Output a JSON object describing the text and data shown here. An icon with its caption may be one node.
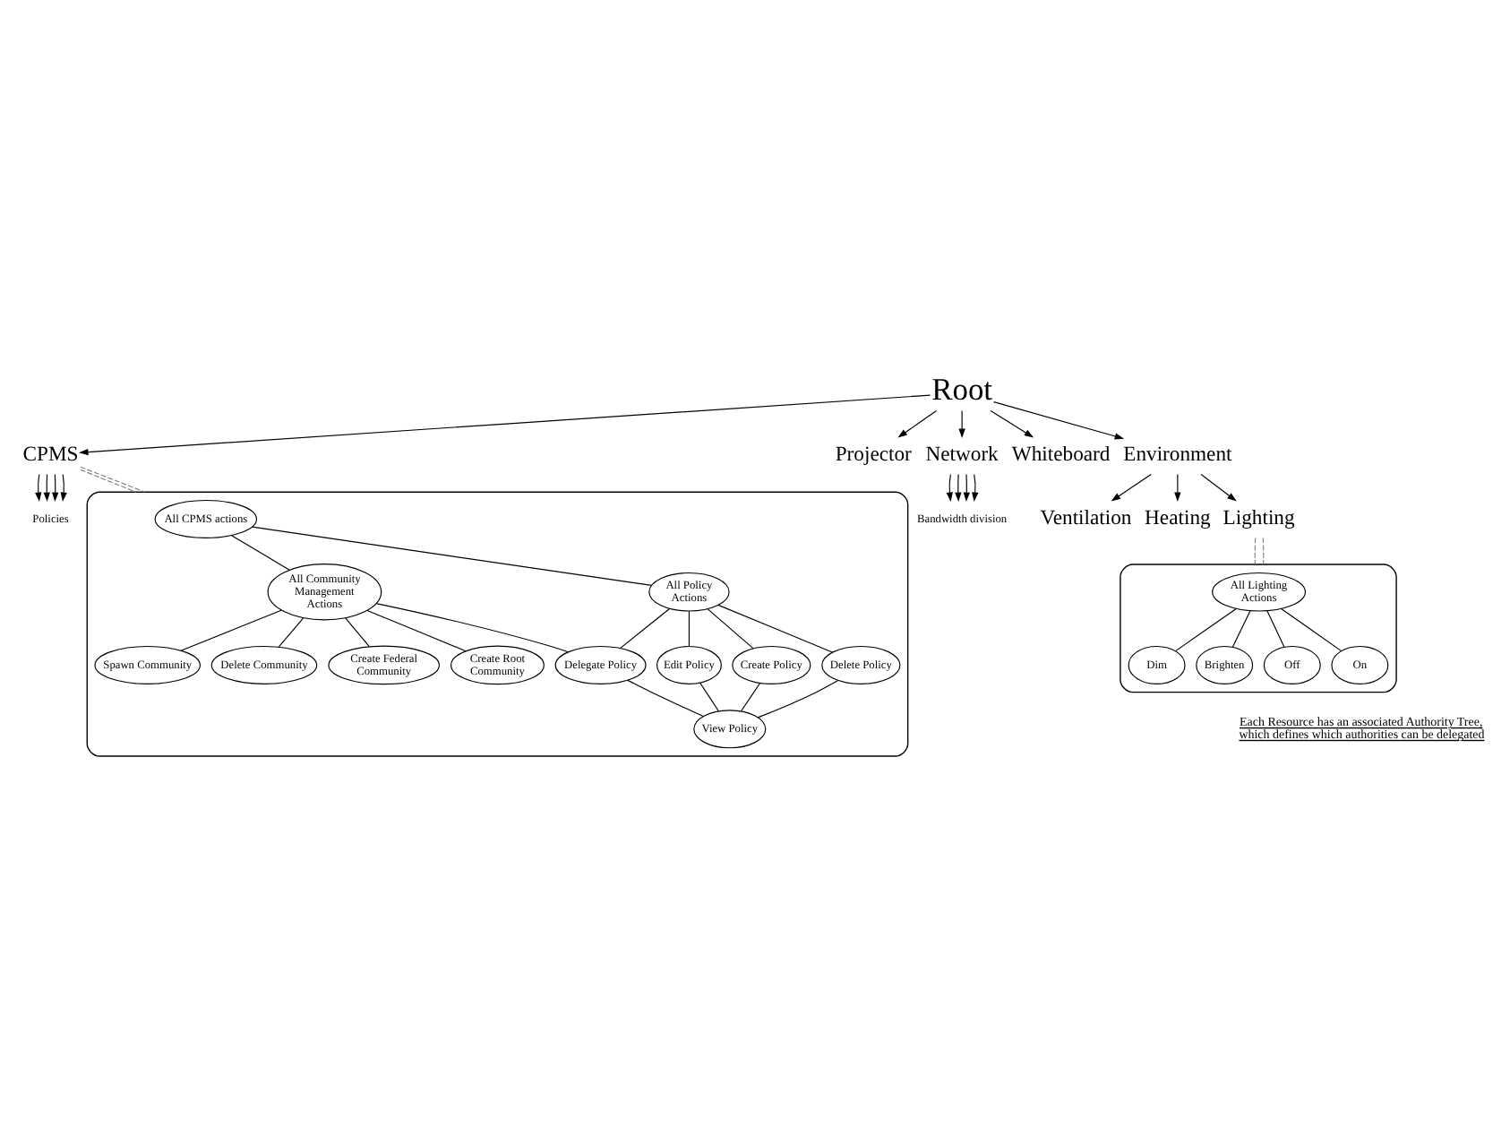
{
  "diagram": {
    "nodes": [
      {
        "text": [
          "Root"
        ]
      },
      {
        "text": [
          "CPMS"
        ]
      },
      {
        "text": [
          "Projector"
        ]
      },
      {
        "text": [
          "Network"
        ]
      },
      {
        "text": [
          "Whiteboard"
        ]
      },
      {
        "text": [
          "Environment"
        ]
      },
      {
        "text": [
          "Policies"
        ]
      },
      {
        "text": [
          "Bandwidth division"
        ]
      },
      {
        "text": [
          "Ventilation"
        ]
      },
      {
        "text": [
          "Heating"
        ]
      },
      {
        "text": [
          "Lighting"
        ]
      },
      {
        "text": [],
        "shape": "ellipse"
      },
      {
        "text": [
          "All CPMS actions"
        ],
        "in": 11
      },
      {
        "text": [
          "All Community Management Actions"
        ],
        "in": 11
      },
      {
        "text": [
          "All Policy Actions"
        ],
        "in": 11
      },
      {
        "text": [
          "Spawn Community"
        ],
        "in": 11
      },
      {
        "text": [
          "Delete Community"
        ],
        "in": 11
      },
      {
        "text": [
          "Create Federal Community"
        ],
        "in": 11
      },
      {
        "text": [
          "Create Root Community"
        ],
        "in": 11
      },
      {
        "text": [
          "Delegate Policy"
        ],
        "in": 11
      },
      {
        "text": [
          "Edit Policy"
        ],
        "in": 11
      },
      {
        "text": [
          "Create Policy"
        ],
        "in": 11
      },
      {
        "text": [
          "Delete Policy"
        ],
        "in": 11
      },
      {
        "text": [
          "View Policy"
        ],
        "in": 11
      },
      {
        "text": [],
        "shape": "ellipse"
      },
      {
        "text": [
          "All Lighting Actions"
        ],
        "in": 24
      },
      {
        "text": [
          "Dim"
        ],
        "in": 24
      },
      {
        "text": [
          "Brighten"
        ],
        "in": 24
      },
      {
        "text": [
          "Off"
        ],
        "in": 24
      },
      {
        "text": [
          "On"
        ],
        "in": 24
      }
    ],
    "edges": [
      {
        "from": 0,
        "to": 1,
        "arrow": "to"
      },
      {
        "from": 0,
        "to": 2,
        "arrow": "to"
      },
      {
        "from": 0,
        "to": 3,
        "arrow": "to"
      },
      {
        "from": 0,
        "to": 4,
        "arrow": "to"
      },
      {
        "from": 0,
        "to": 5,
        "arrow": "to"
      },
      {
        "from": 1,
        "to": 6,
        "arrow": "to"
      },
      {
        "from": 1,
        "to": 6,
        "arrow": "to"
      },
      {
        "from": 1,
        "to": 6,
        "arrow": "to"
      },
      {
        "from": 1,
        "to": 6,
        "arrow": "to"
      },
      {
        "from": 3,
        "to": 7,
        "arrow": "to"
      },
      {
        "from": 3,
        "to": 7,
        "arrow": "to"
      },
      {
        "from": 3,
        "to": 7,
        "arrow": "to"
      },
      {
        "from": 3,
        "to": 7,
        "arrow": "to"
      },
      {
        "from": 5,
        "to": 8,
        "arrow": "to"
      },
      {
        "from": 5,
        "to": 9,
        "arrow": "to"
      },
      {
        "from": 5,
        "to": 10,
        "arrow": "to"
      },
      {
        "from": 1,
        "to": 11,
        "arrow": "none",
        "style": "dashed",
        "color": "#808080"
      },
      {
        "from": 1,
        "to": 11,
        "arrow": "none",
        "style": "dashed",
        "color": "#808080"
      },
      {
        "from": 10,
        "to": 24,
        "arrow": "none",
        "style": "dashed",
        "color": "#808080"
      },
      {
        "from": 10,
        "to": 24,
        "arrow": "none",
        "style": "dashed",
        "color": "#808080"
      },
      {
        "from": 12,
        "to": 13,
        "arrow": "none"
      },
      {
        "from": 12,
        "to": 14,
        "arrow": "none"
      },
      {
        "from": 13,
        "to": 15,
        "arrow": "none"
      },
      {
        "from": 13,
        "to": 16,
        "arrow": "none"
      },
      {
        "from": 13,
        "to": 17,
        "arrow": "none"
      },
      {
        "from": 13,
        "to": 18,
        "arrow": "none"
      },
      {
        "from": 13,
        "to": 19,
        "arrow": "none"
      },
      {
        "from": 14,
        "to": 19,
        "arrow": "none"
      },
      {
        "from": 14,
        "to": 20,
        "arrow": "none"
      },
      {
        "from": 14,
        "to": 21,
        "arrow": "none"
      },
      {
        "from": 14,
        "to": 22,
        "arrow": "none"
      },
      {
        "from": 19,
        "to": 23,
        "arrow": "none"
      },
      {
        "from": 20,
        "to": 23,
        "arrow": "none"
      },
      {
        "from": 21,
        "to": 23,
        "arrow": "none"
      },
      {
        "from": 22,
        "to": 23,
        "arrow": "none"
      },
      {
        "from": 25,
        "to": 26,
        "arrow": "none"
      },
      {
        "from": 25,
        "to": 27,
        "arrow": "none"
      },
      {
        "from": 25,
        "to": 28,
        "arrow": "none"
      },
      {
        "from": 25,
        "to": 29,
        "arrow": "none"
      }
    ],
    "labels": [
      "Each Resource has an associated Authority Tree, which defines which authorities can be delegated"
    ]
  }
}
